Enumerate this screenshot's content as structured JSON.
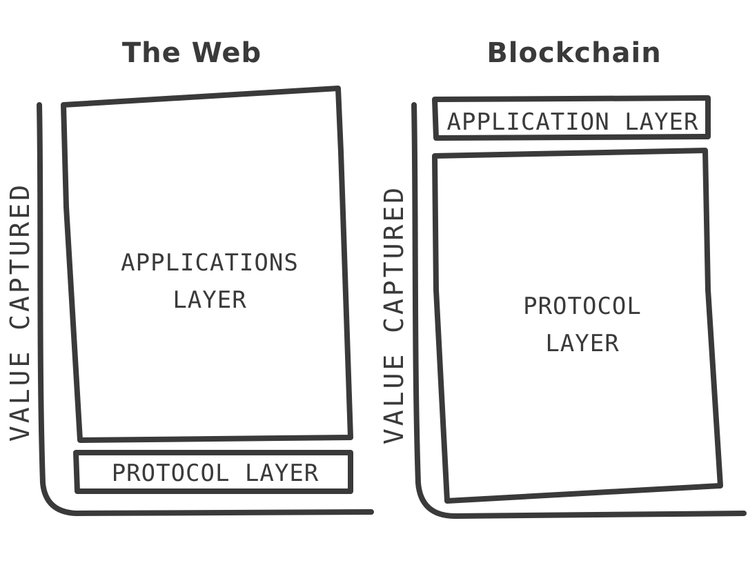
{
  "panels": [
    {
      "title": "The Web",
      "axis_label": "VALUE CAPTURED",
      "top_box": {
        "lines": [
          "APPLICATIONS",
          "LAYER"
        ]
      },
      "bottom_box": {
        "lines": [
          "PROTOCOL LAYER"
        ]
      }
    },
    {
      "title": "Blockchain",
      "axis_label": "VALUE CAPTURED",
      "top_box": {
        "lines": [
          "APPLICATION LAYER"
        ]
      },
      "bottom_box": {
        "lines": [
          "PROTOCOL",
          "LAYER"
        ]
      }
    }
  ],
  "colors": {
    "ink": "#3a3a3a",
    "background": "#ffffff"
  }
}
